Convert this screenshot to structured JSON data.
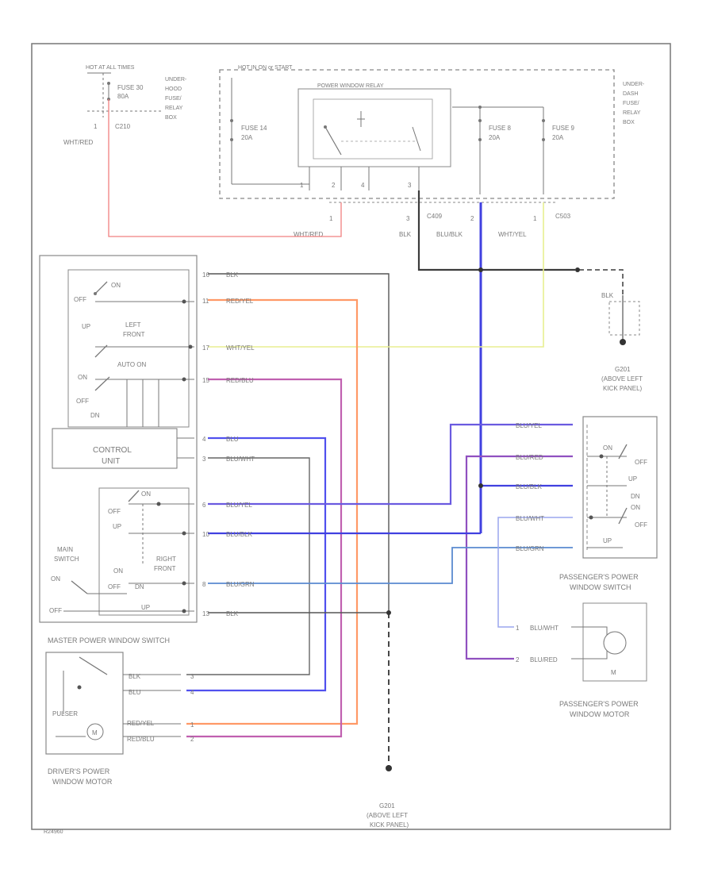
{
  "top_left": {
    "hot_label": "HOT AT ALL TIMES",
    "fuse_label": "FUSE 30",
    "fuse_amp": "80A",
    "box_lines": [
      "UNDER-",
      "HOOD",
      "FUSE/",
      "RELAY",
      "BOX"
    ],
    "pin": "1",
    "connector": "C210",
    "wire": "WHT/RED"
  },
  "dash_box": {
    "title": "HOT IN ON or START",
    "relay_title": "POWER WINDOW RELAY",
    "box_lines": [
      "UNDER-",
      "DASH",
      "FUSE/",
      "RELAY",
      "BOX"
    ],
    "fuse14": "FUSE 14",
    "fuse14_amp": "20A",
    "fuse8": "FUSE 8",
    "fuse8_amp": "20A",
    "fuse9": "FUSE 9",
    "fuse9_amp": "20A",
    "relay_pins": [
      "1",
      "2",
      "4",
      "3"
    ]
  },
  "connectors": {
    "left_pin": "1",
    "left_wire": "WHT/RED",
    "c409": "C409",
    "pin3": "3",
    "blk": "BLK",
    "pin2": "2",
    "blu_blk": "BLU/BLK",
    "pin1": "1",
    "wht_yel": "WHT/YEL",
    "c503": "C503"
  },
  "ground_top": {
    "wire": "BLK",
    "name": "G201",
    "loc1": "(ABOVE LEFT",
    "loc2": "KICK PANEL)"
  },
  "master_switch": {
    "on1": "ON",
    "off1": "OFF",
    "up1": "UP",
    "left1": "LEFT",
    "left2": "FRONT",
    "auto_on": "AUTO ON",
    "on2": "ON",
    "off2": "OFF",
    "dn1": "DN",
    "control1": "CONTROL",
    "control2": "UNIT",
    "on3": "ON",
    "off3": "OFF",
    "up2": "UP",
    "main1": "MAIN",
    "main2": "SWITCH",
    "on_main": "ON",
    "on4": "ON",
    "off4": "OFF",
    "right1": "RIGHT",
    "right2": "FRONT",
    "dn2": "DN",
    "up3": "UP",
    "off5": "OFF",
    "caption": "MASTER POWER WINDOW SWITCH"
  },
  "master_pins": [
    {
      "pin": "16",
      "wire": "BLK"
    },
    {
      "pin": "11",
      "wire": "RED/YEL"
    },
    {
      "pin": "17",
      "wire": "WHT/YEL"
    },
    {
      "pin": "15",
      "wire": "RED/BLU"
    },
    {
      "pin": "4",
      "wire": "BLU"
    },
    {
      "pin": "3",
      "wire": "BLU/WHT"
    },
    {
      "pin": "6",
      "wire": "BLU/YEL"
    },
    {
      "pin": "10",
      "wire": "BLU/BLK"
    },
    {
      "pin": "8",
      "wire": "BLU/GRN"
    },
    {
      "pin": "13",
      "wire": "BLK"
    }
  ],
  "passenger_switch": {
    "wires": [
      "BLU/YEL",
      "BLU/RED",
      "BLU/BLK",
      "BLU/WHT",
      "BLU/GRN"
    ],
    "on1": "ON",
    "off1": "OFF",
    "up1": "UP",
    "dn1": "DN",
    "on2": "ON",
    "off2": "OFF",
    "up2": "UP",
    "caption1": "PASSENGER'S POWER",
    "caption2": "WINDOW SWITCH"
  },
  "passenger_motor": {
    "wire1": "BLU/WHT",
    "wire2": "BLU/RED",
    "pin1": "1",
    "pin2": "2",
    "motor": "M",
    "caption1": "PASSENGER'S POWER",
    "caption2": "WINDOW MOTOR"
  },
  "driver_motor": {
    "pulser": "PULSER",
    "motor": "M",
    "wires": [
      "BLK",
      "BLU",
      "RED/YEL",
      "RED/BLU"
    ],
    "pins": [
      "3",
      "4",
      "1",
      "2"
    ],
    "caption1": "DRIVER'S POWER",
    "caption2": "WINDOW MOTOR"
  },
  "ground_bottom": {
    "name": "G201",
    "loc1": "(ABOVE LEFT",
    "loc2": "KICK PANEL)"
  },
  "footer_code": "R24960",
  "wire_colors": {
    "black": "#3c3c3c",
    "red": "#f08080",
    "orange": "#ff9966",
    "magenta": "#b050c0",
    "blue": "#5050ee",
    "yellow": "#e8ee90",
    "lightblue": "#9aa6ee",
    "teal": "#7ab8d0",
    "box": "#7a7a7a"
  }
}
